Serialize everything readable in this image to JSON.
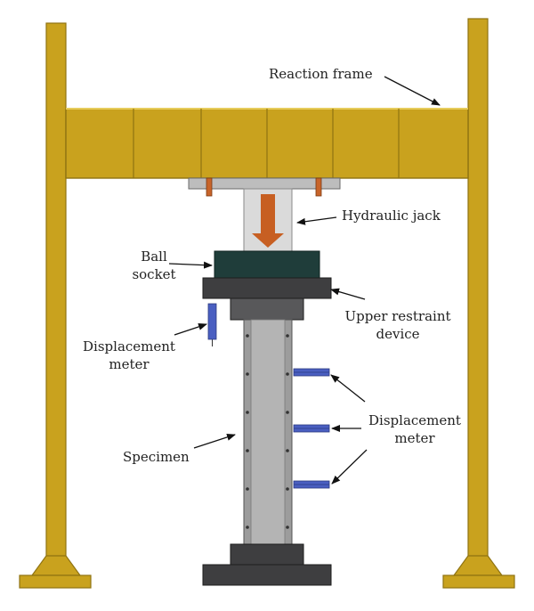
{
  "labels": {
    "reaction_frame": "Reaction frame",
    "hydraulic_jack": "Hydraulic jack",
    "ball_socket_line1": "Ball",
    "ball_socket_line2": "socket",
    "upper_restraint_line1": "Upper restraint",
    "upper_restraint_line2": "device",
    "left_meter_line1": "Displacement",
    "left_meter_line2": "meter",
    "right_meter_line1": "Displacement",
    "right_meter_line2": "meter",
    "specimen": "Specimen"
  },
  "colors": {
    "frame_gold": "#C9A21E",
    "frame_gold_dark": "#8F7312",
    "frame_gold_light": "#DDBB3E",
    "steel_dark": "#3E3E40",
    "steel_mid": "#58585A",
    "column_gray": "#9C9C9C",
    "column_inner": "#B4B4B4",
    "jack_body": "#DADADA",
    "jack_arrow": "#C75F22",
    "ball_socket": "#1F3D3A",
    "meter_blue": "#4A5FC1",
    "bolt_orange": "#C8642A"
  }
}
